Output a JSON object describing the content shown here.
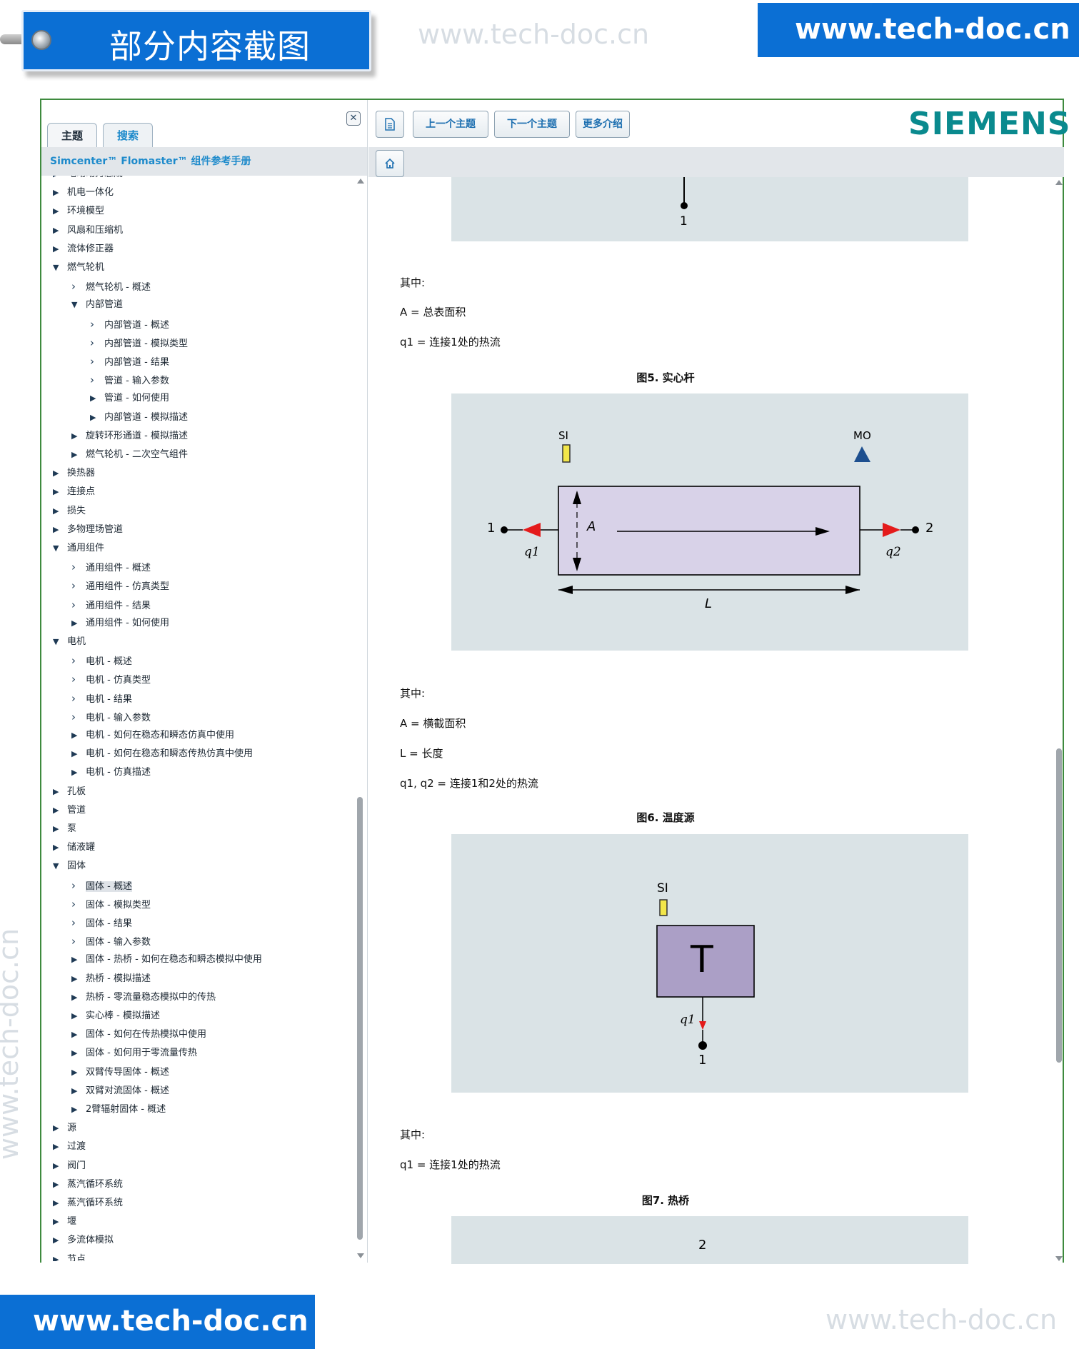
{
  "banner": {
    "left_title": "部分内容截图",
    "right_url": "www.tech-doc.cn",
    "top_watermark": "www.tech-doc.cn",
    "bottom_url": "www.tech-doc.cn",
    "bottom_watermark": "www.tech-doc.cn",
    "side_watermark": "www.tech-doc.cn",
    "accent_color": "#0b6fd4"
  },
  "left_pane": {
    "close_icon": "close-icon",
    "tabs": [
      {
        "label": "主题",
        "active": true
      },
      {
        "label": "搜索",
        "active": false
      }
    ],
    "book_title": "Simcenter™ Flomaster™ 组件参考手册",
    "tree": [
      {
        "label": "电动动力总成",
        "level": 0,
        "state": "collapsed"
      },
      {
        "label": "机电一体化",
        "level": 0,
        "state": "collapsed"
      },
      {
        "label": "环境模型",
        "level": 0,
        "state": "collapsed"
      },
      {
        "label": "风扇和压缩机",
        "level": 0,
        "state": "collapsed"
      },
      {
        "label": "流体修正器",
        "level": 0,
        "state": "collapsed"
      },
      {
        "label": "燃气轮机",
        "level": 0,
        "state": "expanded"
      },
      {
        "label": "燃气轮机 - 概述",
        "level": 1,
        "state": "leaf"
      },
      {
        "label": "内部管道",
        "level": 1,
        "state": "expanded"
      },
      {
        "label": "内部管道 - 概述",
        "level": 2,
        "state": "leaf"
      },
      {
        "label": "内部管道 - 模拟类型",
        "level": 2,
        "state": "leaf"
      },
      {
        "label": "内部管道 - 结果",
        "level": 2,
        "state": "leaf"
      },
      {
        "label": "管道 - 输入参数",
        "level": 2,
        "state": "leaf"
      },
      {
        "label": "管道 - 如何使用",
        "level": 2,
        "state": "collapsed"
      },
      {
        "label": "内部管道 - 模拟描述",
        "level": 2,
        "state": "collapsed"
      },
      {
        "label": "旋转环形通道 - 模拟描述",
        "level": 1,
        "state": "collapsed"
      },
      {
        "label": "燃气轮机 - 二次空气组件",
        "level": 1,
        "state": "collapsed"
      },
      {
        "label": "换热器",
        "level": 0,
        "state": "collapsed"
      },
      {
        "label": "连接点",
        "level": 0,
        "state": "collapsed"
      },
      {
        "label": "损失",
        "level": 0,
        "state": "collapsed"
      },
      {
        "label": "多物理场管道",
        "level": 0,
        "state": "collapsed"
      },
      {
        "label": "通用组件",
        "level": 0,
        "state": "expanded"
      },
      {
        "label": "通用组件 - 概述",
        "level": 1,
        "state": "leaf"
      },
      {
        "label": "通用组件 - 仿真类型",
        "level": 1,
        "state": "leaf"
      },
      {
        "label": "通用组件 - 结果",
        "level": 1,
        "state": "leaf"
      },
      {
        "label": "通用组件 - 如何使用",
        "level": 1,
        "state": "collapsed"
      },
      {
        "label": "电机",
        "level": 0,
        "state": "expanded"
      },
      {
        "label": "电机 - 概述",
        "level": 1,
        "state": "leaf"
      },
      {
        "label": "电机 - 仿真类型",
        "level": 1,
        "state": "leaf"
      },
      {
        "label": "电机 - 结果",
        "level": 1,
        "state": "leaf"
      },
      {
        "label": "电机 - 输入参数",
        "level": 1,
        "state": "leaf"
      },
      {
        "label": "电机 - 如何在稳态和瞬态仿真中使用",
        "level": 1,
        "state": "collapsed"
      },
      {
        "label": "电机 - 如何在稳态和瞬态传热仿真中使用",
        "level": 1,
        "state": "collapsed"
      },
      {
        "label": "电机 - 仿真描述",
        "level": 1,
        "state": "collapsed"
      },
      {
        "label": "孔板",
        "level": 0,
        "state": "collapsed"
      },
      {
        "label": "管道",
        "level": 0,
        "state": "collapsed"
      },
      {
        "label": "泵",
        "level": 0,
        "state": "collapsed"
      },
      {
        "label": "储液罐",
        "level": 0,
        "state": "collapsed"
      },
      {
        "label": "固体",
        "level": 0,
        "state": "expanded"
      },
      {
        "label": "固体 - 概述",
        "level": 1,
        "state": "leaf",
        "selected": true
      },
      {
        "label": "固体 - 模拟类型",
        "level": 1,
        "state": "leaf"
      },
      {
        "label": "固体 - 结果",
        "level": 1,
        "state": "leaf"
      },
      {
        "label": "固体 - 输入参数",
        "level": 1,
        "state": "leaf"
      },
      {
        "label": "固体 - 热桥 - 如何在稳态和瞬态模拟中使用",
        "level": 1,
        "state": "collapsed"
      },
      {
        "label": "热桥 - 模拟描述",
        "level": 1,
        "state": "collapsed"
      },
      {
        "label": "热桥 - 零流量稳态模拟中的传热",
        "level": 1,
        "state": "collapsed"
      },
      {
        "label": "实心棒 - 模拟描述",
        "level": 1,
        "state": "collapsed"
      },
      {
        "label": "固体 - 如何在传热模拟中使用",
        "level": 1,
        "state": "collapsed"
      },
      {
        "label": "固体 - 如何用于零流量传热",
        "level": 1,
        "state": "collapsed"
      },
      {
        "label": "双臂传导固体 - 概述",
        "level": 1,
        "state": "collapsed"
      },
      {
        "label": "双臂对流固体 - 概述",
        "level": 1,
        "state": "collapsed"
      },
      {
        "label": "2臂辐射固体 - 概述",
        "level": 1,
        "state": "collapsed"
      },
      {
        "label": "源",
        "level": 0,
        "state": "collapsed"
      },
      {
        "label": "过渡",
        "level": 0,
        "state": "collapsed"
      },
      {
        "label": "阀门",
        "level": 0,
        "state": "collapsed"
      },
      {
        "label": "蒸汽循环系统",
        "level": 0,
        "state": "collapsed"
      },
      {
        "label": "蒸汽循环系统",
        "level": 0,
        "state": "collapsed"
      },
      {
        "label": "堰",
        "level": 0,
        "state": "collapsed"
      },
      {
        "label": "多流体模拟",
        "level": 0,
        "state": "collapsed"
      },
      {
        "label": "节点",
        "level": 0,
        "state": "collapsed"
      }
    ]
  },
  "right_pane": {
    "toolbar": {
      "doc_icon": "document-icon",
      "prev_label": "上一个主题",
      "next_label": "下一个主题",
      "more_label": "更多介绍",
      "home_icon": "home-icon"
    },
    "logo": "SIEMENS",
    "content": {
      "fig4_node": "1",
      "where_label": "其中:",
      "eq_A_total": "A = 总表面积",
      "eq_q1_1": "q1 = 连接1处的热流",
      "fig5": {
        "title": "图5. 实心杆",
        "si": "SI",
        "mo": "MO",
        "node1": "1",
        "node2": "2",
        "q1": "q1",
        "q2": "q2",
        "A": "A",
        "L": "L"
      },
      "where_label_2": "其中:",
      "eq_A_cross": "A = 横截面积",
      "eq_L": "L = 长度",
      "eq_q12": "q1, q2 = 连接1和2处的热流",
      "fig6": {
        "title": "图6. 温度源",
        "si": "SI",
        "T": "T",
        "q1": "q1",
        "node1": "1"
      },
      "where_label_3": "其中:",
      "eq_q1_2": "q1 = 连接1处的热流",
      "fig7": {
        "title": "图7. 热桥",
        "node": "2"
      }
    }
  }
}
